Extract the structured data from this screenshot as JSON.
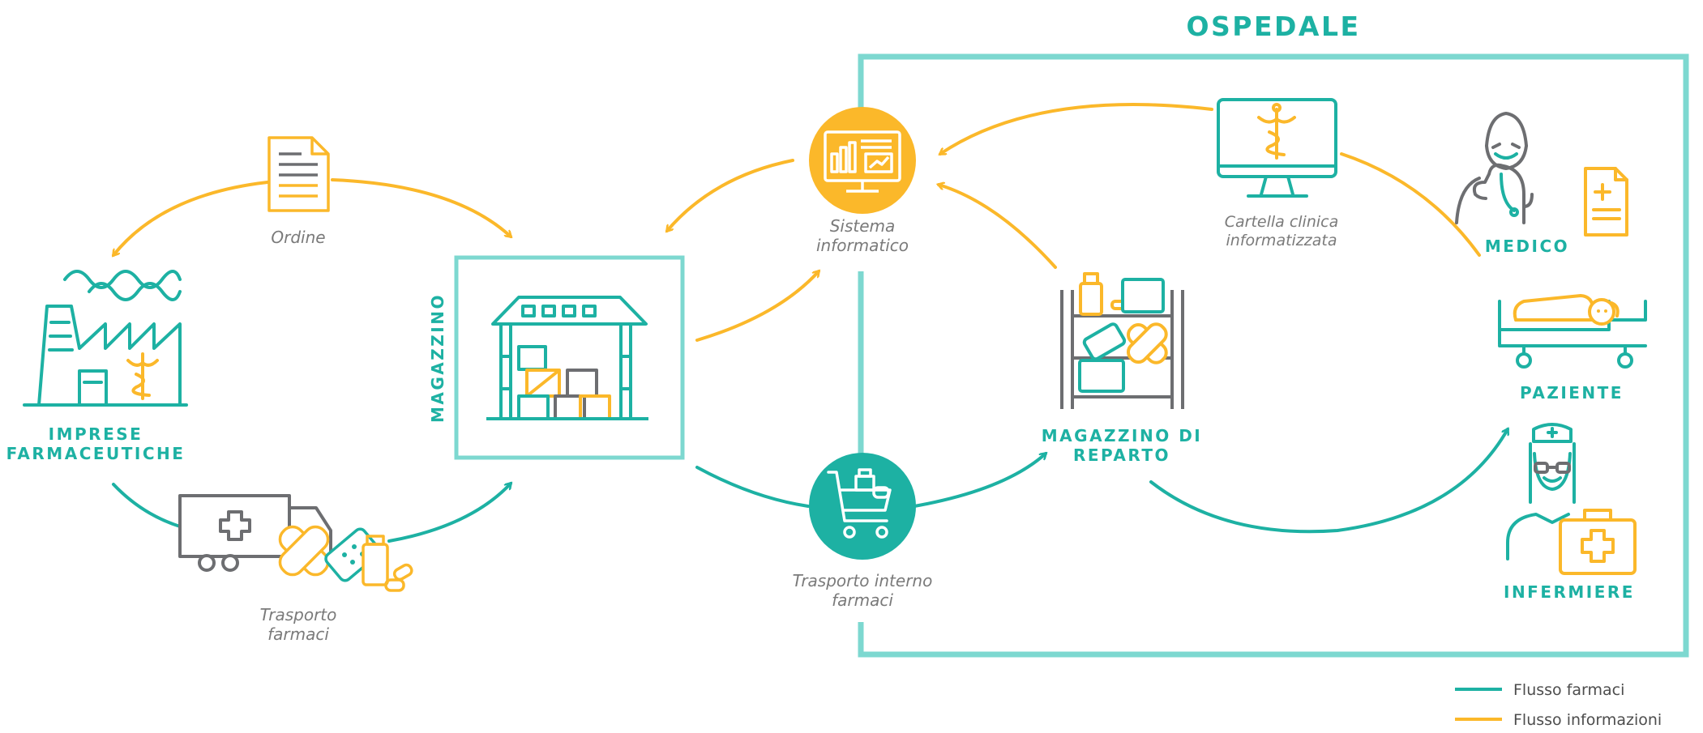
{
  "colors": {
    "teal": "#1DB1A3",
    "teal_light": "#7DD8D0",
    "orange": "#FBB82A",
    "gray": "#6D6E71",
    "text_gray": "#7A7A7A",
    "legend_text": "#4D4D4D"
  },
  "hospital": {
    "title": "OSPEDALE"
  },
  "labels": {
    "imprese_1": "IMPRESE",
    "imprese_2": "FARMACEUTICHE",
    "magazzino": "MAGAZZINO",
    "magazzino_reparto_1": "MAGAZZINO DI",
    "magazzino_reparto_2": "REPARTO",
    "medico": "MEDICO",
    "paziente": "PAZIENTE",
    "infermiere": "INFERMIERE"
  },
  "captions": {
    "ordine": "Ordine",
    "trasporto_farmaci_1": "Trasporto",
    "trasporto_farmaci_2": "farmaci",
    "sistema_1": "Sistema",
    "sistema_2": "informatico",
    "cartella_1": "Cartella clinica",
    "cartella_2": "informatizzata",
    "trasporto_interno_1": "Trasporto interno",
    "trasporto_interno_2": "farmaci"
  },
  "legend": {
    "items": [
      {
        "label": "Flusso farmaci",
        "color": "#1DB1A3"
      },
      {
        "label": "Flusso informazioni",
        "color": "#FBB82A"
      }
    ]
  }
}
